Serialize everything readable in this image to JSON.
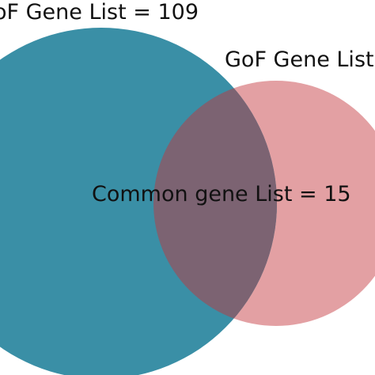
{
  "venn": {
    "left_set_label": "oF Gene List = 109",
    "right_set_label": "GoF Gene List",
    "intersection_label": "Common gene List = 15",
    "colors": {
      "left_circle": "#3a8fa6",
      "right_circle": "#e3a0a3",
      "intersection": "#7c6372",
      "text": "#111111",
      "background": "#ffffff"
    }
  }
}
